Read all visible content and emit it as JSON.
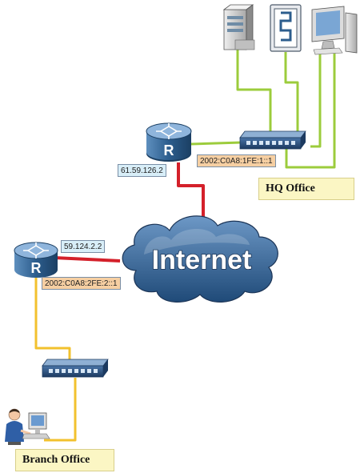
{
  "labels": {
    "hq_router_ipv4": "61.59.126.2",
    "hq_router_ipv6": "2002:C0A8:1FE:1::1",
    "branch_router_ipv4": "59.124.2.2",
    "branch_router_ipv6": "2002:C0A8:2FE:2::1",
    "cloud": "Internet",
    "hq_office": "HQ Office",
    "branch_office": "Branch Office"
  },
  "icons": {
    "router": "router-icon",
    "switch": "switch-icon",
    "server": "server-icon",
    "firewall": "firewall-icon",
    "workstation": "workstation-icon",
    "user": "user-at-computer-icon",
    "cloud": "internet-cloud-icon"
  },
  "colors": {
    "wan_link": "#d4202a",
    "hq_lan": "#9ccc3c",
    "branch_lan": "#f2c12e",
    "router_body": "#2c5d8d",
    "cloud": "#36669a"
  }
}
